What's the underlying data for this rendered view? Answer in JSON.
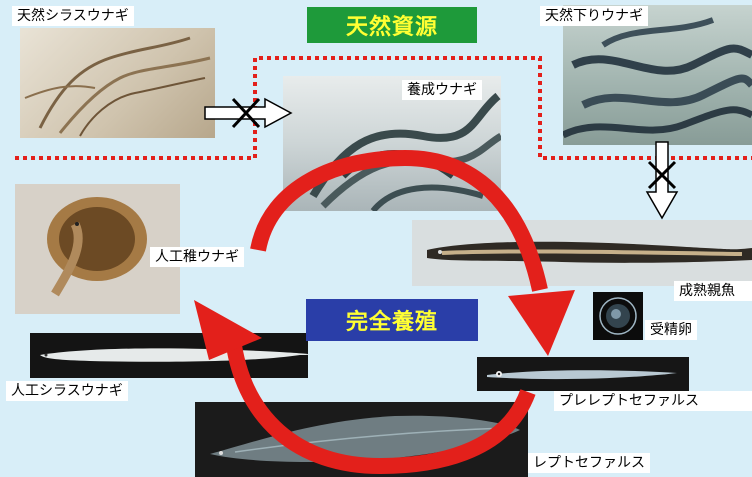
{
  "banners": {
    "natural": "天然資源",
    "complete": "完全養殖"
  },
  "labels": {
    "wild_glass_eel": "天然シラスウナギ",
    "farmed_eel": "養成ウナギ",
    "wild_silver_eel": "天然下りウナギ",
    "artificial_juvenile": "人工稚ウナギ",
    "mature_parent": "成熟親魚",
    "fertilized_egg": "受精卵",
    "artificial_glass_eel": "人工シラスウナギ",
    "preleptocephalus": "プレレプトセファルス",
    "leptocephalus": "レプトセファルス"
  },
  "colors": {
    "background": "#d8eef8",
    "cycle_arrow": "#e3201b",
    "natural_banner_bg": "#1e9a3a",
    "natural_banner_text": "#ffff33",
    "complete_banner_bg": "#2a3ea8",
    "complete_banner_text": "#ffff33",
    "dotted_border": "#e3201b"
  },
  "icons": {
    "blocked_arrow_right": "crossed-arrow-right-icon",
    "blocked_arrow_down": "crossed-arrow-down-icon"
  }
}
